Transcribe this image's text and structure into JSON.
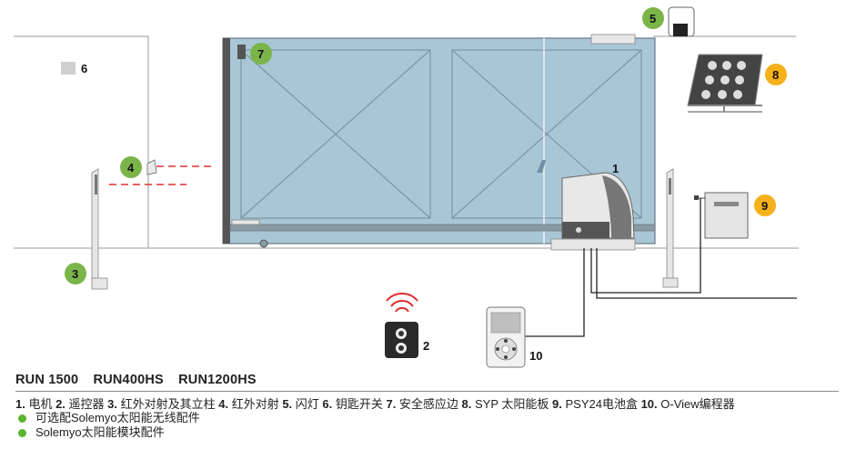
{
  "models": [
    "RUN 1500",
    "RUN400HS",
    "RUN1200HS"
  ],
  "legend_items": [
    {
      "n": "1.",
      "t": " 电机 "
    },
    {
      "n": "2.",
      "t": " 遥控器 "
    },
    {
      "n": "3.",
      "t": " 红外对射及其立柱 "
    },
    {
      "n": "4.",
      "t": " 红外对射 "
    },
    {
      "n": "5.",
      "t": " 闪灯 "
    },
    {
      "n": "6.",
      "t": " 钥匙开关 "
    },
    {
      "n": "7.",
      "t": " 安全感应边 "
    },
    {
      "n": "8.",
      "t": " SYP 太阳能板 "
    },
    {
      "n": "9.",
      "t": " PSY24电池盒"
    },
    {
      "n": "10.",
      "t": " O-View编程器"
    }
  ],
  "notes": [
    {
      "text": "可选配Solemyo太阳能无线配件",
      "color": "#5cb531"
    },
    {
      "text": "Solemyo太阳能模块配件",
      "color": "#5cb531"
    }
  ],
  "callouts": {
    "motor": "1",
    "remote": "2",
    "photocell_post": "3",
    "photocell": "4",
    "flashing_light": "5",
    "key_switch": "6",
    "safety_edge": "7",
    "solar_panel": "8",
    "battery_box": "9",
    "programmer": "10"
  },
  "colors": {
    "green_badge": "#7bb54a",
    "orange_badge": "#f5b11a",
    "gate": "#a9c6d6",
    "laser": "#e03030"
  }
}
